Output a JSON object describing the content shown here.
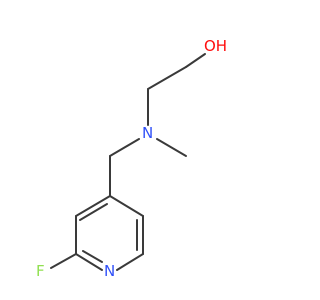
{
  "molecule": {
    "atoms": {
      "hydroxyl": {
        "text": "OH",
        "color": "#ff0d0d"
      },
      "amine": {
        "text": "N",
        "color": "#3050f8"
      },
      "pyridine_nitrogen": {
        "text": "N",
        "color": "#3050f8"
      },
      "fluorine": {
        "text": "F",
        "color": "#90e050"
      }
    },
    "bond_color": "#3a3a3a",
    "background": "#ffffff"
  }
}
